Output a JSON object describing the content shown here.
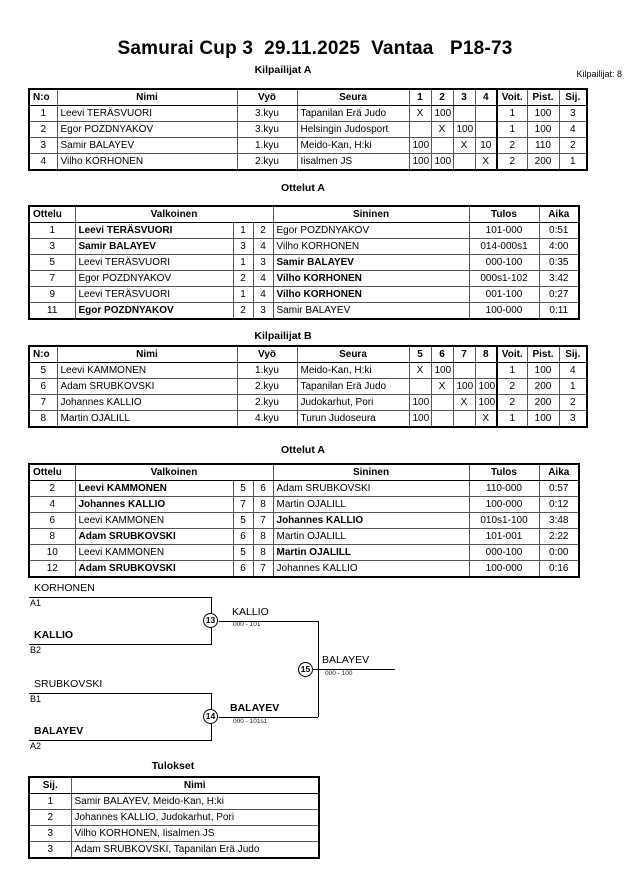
{
  "header": {
    "title": "Samurai Cup 3  29.11.2025  Vantaa   P18-73",
    "entrants_label": "Kilpailijat: 8"
  },
  "captions": {
    "pool_a": "Kilpailijat A",
    "pool_b": "Kilpailijat B",
    "matches_a": "Ottelut A",
    "matches_b": "Ottelut A",
    "results": "Tulokset"
  },
  "pool_headers": {
    "no": "N:o",
    "name": "Nimi",
    "belt": "Vyö",
    "club": "Seura",
    "wins": "Voit.",
    "points": "Pist.",
    "rank": "Sij."
  },
  "pool_a": {
    "opponent_cols": [
      "1",
      "2",
      "3",
      "4"
    ],
    "rows": [
      {
        "no": "1",
        "name": "Leevi TERÄSVUORI",
        "belt": "3.kyu",
        "club": "Tapanilan Erä Judo",
        "cells": [
          "X",
          "100",
          "",
          ""
        ],
        "wins": "1",
        "points": "100",
        "rank": "3"
      },
      {
        "no": "2",
        "name": "Egor POZDNYAKOV",
        "belt": "3.kyu",
        "club": "Helsingin Judosport",
        "cells": [
          "",
          "X",
          "100",
          ""
        ],
        "wins": "1",
        "points": "100",
        "rank": "4"
      },
      {
        "no": "3",
        "name": "Samir BALAYEV",
        "belt": "1.kyu",
        "club": "Meido-Kan, H:ki",
        "cells": [
          "100",
          "",
          "X",
          "10"
        ],
        "wins": "2",
        "points": "110",
        "rank": "2"
      },
      {
        "no": "4",
        "name": "Vilho KORHONEN",
        "belt": "2.kyu",
        "club": "Iisalmen JS",
        "cells": [
          "100",
          "100",
          "",
          "X"
        ],
        "wins": "2",
        "points": "200",
        "rank": "1"
      }
    ]
  },
  "pool_b": {
    "opponent_cols": [
      "5",
      "6",
      "7",
      "8"
    ],
    "rows": [
      {
        "no": "5",
        "name": "Leevi KAMMONEN",
        "belt": "1.kyu",
        "club": "Meido-Kan, H:ki",
        "cells": [
          "X",
          "100",
          "",
          ""
        ],
        "wins": "1",
        "points": "100",
        "rank": "4"
      },
      {
        "no": "6",
        "name": "Adam SRUBKOVSKI",
        "belt": "2.kyu",
        "club": "Tapanilan Erä Judo",
        "cells": [
          "",
          "X",
          "100",
          "100"
        ],
        "wins": "2",
        "points": "200",
        "rank": "1"
      },
      {
        "no": "7",
        "name": "Johannes KALLIO",
        "belt": "2.kyu",
        "club": "Judokarhut, Pori",
        "cells": [
          "100",
          "",
          "X",
          "100"
        ],
        "wins": "2",
        "points": "200",
        "rank": "2"
      },
      {
        "no": "8",
        "name": "Martin OJALILL",
        "belt": "4.kyu",
        "club": "Turun Judoseura",
        "cells": [
          "100",
          "",
          "",
          "X"
        ],
        "wins": "1",
        "points": "100",
        "rank": "3"
      }
    ]
  },
  "match_headers": {
    "bout": "Ottelu",
    "white": "Valkoinen",
    "blue": "Sininen",
    "result": "Tulos",
    "time": "Aika"
  },
  "matches_a": [
    {
      "bout": "1",
      "white": "Leevi TERÄSVUORI",
      "white_no": "1",
      "blue_no": "2",
      "blue": "Egor POZDNYAKOV",
      "white_win": true,
      "result": "101-000",
      "time": "0:51"
    },
    {
      "bout": "3",
      "white": "Samir BALAYEV",
      "white_no": "3",
      "blue_no": "4",
      "blue": "Vilho KORHONEN",
      "white_win": true,
      "result": "014-000s1",
      "time": "4:00"
    },
    {
      "bout": "5",
      "white": "Leevi TERÄSVUORI",
      "white_no": "1",
      "blue_no": "3",
      "blue": "Samir BALAYEV",
      "white_win": false,
      "result": "000-100",
      "time": "0:35"
    },
    {
      "bout": "7",
      "white": "Egor POZDNYAKOV",
      "white_no": "2",
      "blue_no": "4",
      "blue": "Vilho KORHONEN",
      "white_win": false,
      "result": "000s1-102",
      "time": "3:42"
    },
    {
      "bout": "9",
      "white": "Leevi TERÄSVUORI",
      "white_no": "1",
      "blue_no": "4",
      "blue": "Vilho KORHONEN",
      "white_win": false,
      "result": "001-100",
      "time": "0:27"
    },
    {
      "bout": "11",
      "white": "Egor POZDNYAKOV",
      "white_no": "2",
      "blue_no": "3",
      "blue": "Samir BALAYEV",
      "white_win": true,
      "result": "100-000",
      "time": "0:11"
    }
  ],
  "matches_b": [
    {
      "bout": "2",
      "white": "Leevi KAMMONEN",
      "white_no": "5",
      "blue_no": "6",
      "blue": "Adam SRUBKOVSKI",
      "white_win": true,
      "result": "110-000",
      "time": "0:57"
    },
    {
      "bout": "4",
      "white": "Johannes KALLIO",
      "white_no": "7",
      "blue_no": "8",
      "blue": "Martin OJALILL",
      "white_win": true,
      "result": "100-000",
      "time": "0:12"
    },
    {
      "bout": "6",
      "white": "Leevi KAMMONEN",
      "white_no": "5",
      "blue_no": "7",
      "blue": "Johannes KALLIO",
      "white_win": false,
      "result": "010s1-100",
      "time": "3:48"
    },
    {
      "bout": "8",
      "white": "Adam SRUBKOVSKI",
      "white_no": "6",
      "blue_no": "8",
      "blue": "Martin OJALILL",
      "white_win": true,
      "result": "101-001",
      "time": "2:22"
    },
    {
      "bout": "10",
      "white": "Leevi KAMMONEN",
      "white_no": "5",
      "blue_no": "8",
      "blue": "Martin OJALILL",
      "white_win": false,
      "result": "000-100",
      "time": "0:00"
    },
    {
      "bout": "12",
      "white": "Adam SRUBKOVSKI",
      "white_no": "6",
      "blue_no": "7",
      "blue": "Johannes KALLIO",
      "white_win": true,
      "result": "100-000",
      "time": "0:16"
    }
  ],
  "bracket": {
    "entries": [
      {
        "name": "KORHONEN",
        "seed": "A1",
        "winner": false
      },
      {
        "name": "KALLIO",
        "seed": "B2",
        "winner": true
      },
      {
        "name": "SRUBKOVSKI",
        "seed": "B1",
        "winner": false
      },
      {
        "name": "BALAYEV",
        "seed": "A2",
        "winner": true
      }
    ],
    "semifinals": [
      {
        "node": "13",
        "name": "KALLIO",
        "score": "000 - 101"
      },
      {
        "node": "14",
        "name": "BALAYEV",
        "score": "000 - 101s1"
      }
    ],
    "final": {
      "node": "15",
      "name": "BALAYEV",
      "score": "000 - 100"
    }
  },
  "results_headers": {
    "rank": "Sij.",
    "name": "Nimi"
  },
  "results": [
    {
      "rank": "1",
      "name": "Samir BALAYEV, Meido-Kan, H:ki"
    },
    {
      "rank": "2",
      "name": "Johannes KALLIO, Judokarhut, Pori"
    },
    {
      "rank": "3",
      "name": "Vilho KORHONEN, Iisalmen JS"
    },
    {
      "rank": "3",
      "name": "Adam SRUBKOVSKI, Tapanilan Erä Judo"
    }
  ]
}
